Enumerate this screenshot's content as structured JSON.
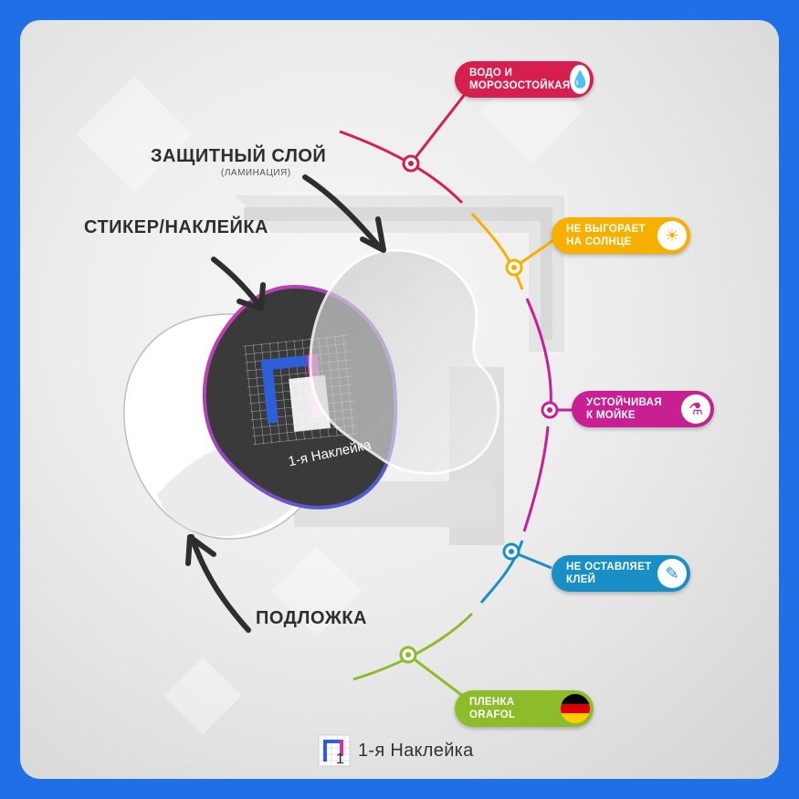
{
  "labels": {
    "protective_layer": "ЗАЩИТНЫЙ СЛОЙ",
    "lamination": "(ЛАМИНАЦИЯ)",
    "sticker": "СТИКЕР/НАКЛЕЙКА",
    "backing": "ПОДЛОЖКА"
  },
  "features": [
    {
      "text": "ВОДО И\nМОРОЗОСТОЙКАЯ",
      "color": "#d61f4f",
      "icon": "water-frost-icon",
      "glyph": "💧"
    },
    {
      "text": "НЕ ВЫГОРАЕТ\nНА СОЛНЦЕ",
      "color": "#f5b000",
      "icon": "sun-icon",
      "glyph": "☀"
    },
    {
      "text": "УСТОЙЧИВАЯ\nК МОЙКЕ",
      "color": "#c81f92",
      "icon": "car-wash-icon",
      "glyph": "⚗"
    },
    {
      "text": "НЕ ОСТАВЛЯЕТ\nКЛЕЙ",
      "color": "#1a8fc6",
      "icon": "glue-icon",
      "glyph": "✎"
    },
    {
      "text": "ПЛЕНКА\nORAFOL",
      "color": "#8cbc2a",
      "icon": "germany-flag-icon",
      "glyph": ""
    }
  ],
  "flag_colors": [
    "#000000",
    "#dd0000",
    "#ffce00"
  ],
  "brand": {
    "name": "1-я Наклейка",
    "digit": "1",
    "accent": "#2d5fd6"
  }
}
